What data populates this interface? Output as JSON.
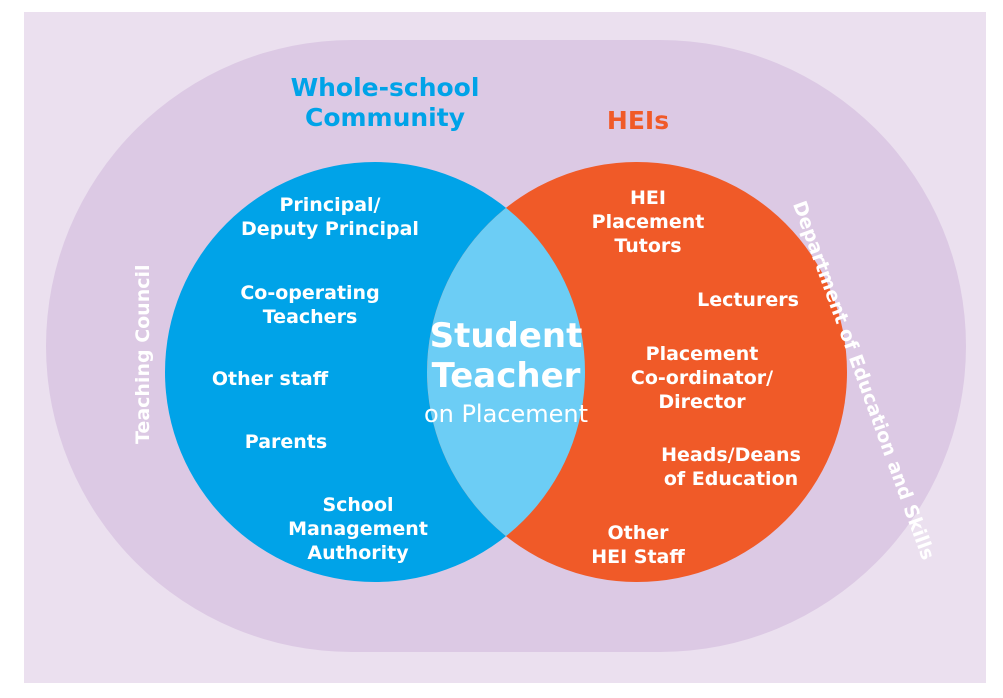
{
  "colors": {
    "background": "#ebe0ef",
    "outer_ring": "#dcc9e4",
    "whole_school": "#00a3e8",
    "hei": "#f05a28",
    "overlap": "#6ccdf5",
    "text": "#ffffff"
  },
  "headings": {
    "whole_school": "Whole-school\nCommunity",
    "hei": "HEIs"
  },
  "outer": {
    "left_label": "Teaching Council",
    "right_label": "Department of Education and Skills"
  },
  "center": {
    "title": "Student\nTeacher",
    "subtitle": "on Placement"
  },
  "whole_school_items": [
    "Principal/\nDeputy Principal",
    "Co-operating\nTeachers",
    "Other staff",
    "Parents",
    "School\nManagement\nAuthority"
  ],
  "hei_items": [
    "HEI\nPlacement\nTutors",
    "Lecturers",
    "Placement\nCo-ordinator/\nDirector",
    "Heads/Deans\nof Education",
    "Other\nHEI Staff"
  ]
}
